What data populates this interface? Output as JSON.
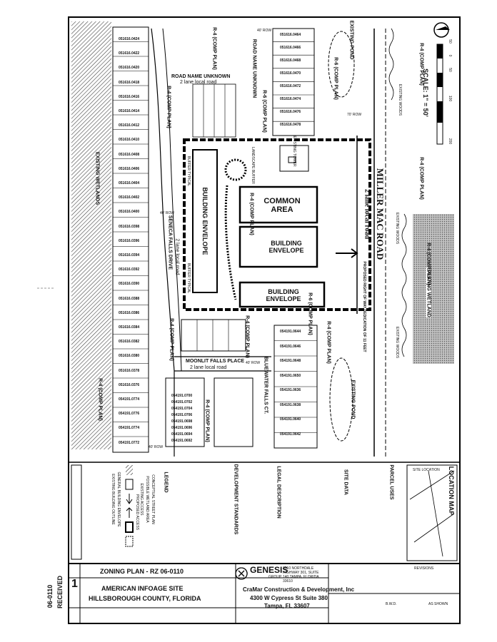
{
  "title_block": {
    "sheet_title": "ZONING PLAN - RZ 06-0110",
    "project_name": "AMERICAN INFOAGE SITE",
    "county": "HILLSBOROUGH COUNTY, FLORIDA",
    "sheet_number": "1",
    "engineer_name": "GENESIS",
    "engineer_sub": "GROUP",
    "engineer_address": "3910 NORTHDALE HIGHWAY 301, SUITE 140 TAMPA, FLORIDA 33610",
    "client_name": "CraMar Construction & Development, Inc",
    "client_address_1": "4300 W Cypress St  Suite 380",
    "client_address_2": "Tampa, FL 33607",
    "scale_value": "AS SHOWN",
    "drawn_by": "B.W.D.",
    "revisions_label": "REVISIONS",
    "stamp_text": "RECEIVED",
    "stamp_number": "06-0110"
  },
  "roads": {
    "miller_mac": "MILLER MAC ROAD",
    "miller_mac_sub": "2 lane local road",
    "seneca": "SENECA FALLS DRIVE",
    "seneca_sub": "2 lane local road",
    "moonlit": "MOONLIT FALLS PLACE",
    "moonlit_sub": "2 lane local road",
    "unknown": "ROAD NAME UNKNOWN",
    "unknown_sub": "2 lane local road",
    "unknown_v": "ROAD NAME UNKNOWN",
    "bluewater": "BLUEWATER FALLS CT.",
    "row_70": "70' ROW",
    "row_40": "40' ROW",
    "row_40b": "40' ROW",
    "row_40c": "40' ROW",
    "row_40d": "40' ROW"
  },
  "site": {
    "common_area": "COMMON AREA",
    "building_envelope": "BUILDING ENVELOPE",
    "building_envelope_2": "BUILDING ENVELOPE",
    "building_envelope_3": "BUILDING ENVELOPE",
    "buffer_1": "BUFFER TYPICAL",
    "buffer_2": "BUFFER TYPICAL",
    "landscape": "LANDSCAPE BUFFER",
    "existing_tower": "EXISTING TOWER",
    "zoning_site": "R-4 (COMP PLAN)",
    "row_dedication": "PROPOSED RIGHT OF WAY DEDICATION OF 11 FEET",
    "existing_pond_1": "EXISTING POND",
    "existing_pond_2": "EXISTING POND",
    "existing_woods_1": "EXISTING WOODS",
    "existing_woods_2": "EXISTING WOODS",
    "existing_woods_3": "EXISTING WOODS",
    "existing_wetlands": "EXISTING WETLANDS",
    "existing_wetland_2": "EXISTING WETLAND"
  },
  "zones": {
    "z1": "R-4 (COMP PLAN)",
    "z2": "R-4 (COMP PLAN)",
    "z3": "R-4 (COMP PLAN)",
    "z4": "R-6 (COMP PLAN)",
    "z5": "R-4 (COMP PLAN)",
    "z6": "R-6 (COMP PLAN)",
    "z7": "R-4 (COMP PLAN)",
    "z8": "R-4 (COMP PLAN)",
    "z9": "R-4 (COMP PLAN)",
    "z10": "R-4 (COMP PLAN)",
    "z11": "R-4 (COMP PLAN)",
    "z12": "R-4 (COMP PLAN)",
    "z13": "R-6 (COMP PLAN)"
  },
  "parcels_west": [
    "051616.0424",
    "051616.0422",
    "051616.0420",
    "051616.0418",
    "051616.0416",
    "051616.0414",
    "051616.0412",
    "051616.0410",
    "051616.0408",
    "051616.0406",
    "051616.0404",
    "051616.0402",
    "051616.0400",
    "051616.0398",
    "051616.0396",
    "051616.0394",
    "051616.0392",
    "051616.0390",
    "051616.0388",
    "051616.0386",
    "051616.0384",
    "051616.0382",
    "051616.0380",
    "051616.0378",
    "051616.0376",
    "054191.0774",
    "054191.0776",
    "054191.0774",
    "054191.0772"
  ],
  "parcels_north": [
    "051616.0464",
    "051616.0466",
    "051616.0468",
    "051616.0470",
    "051616.0472",
    "051616.0474",
    "051616.0476",
    "051616.0478"
  ],
  "parcels_south_e": [
    "054191.0644",
    "054191.0646",
    "054191.0648",
    "054191.0650",
    "054191.0636",
    "054191.0638",
    "054191.0640",
    "054191.0642"
  ],
  "parcels_south_w": [
    "054191.0700",
    "054191.0702",
    "054191.0704",
    "054191.0706",
    "054191.0698",
    "054191.0696",
    "054191.0694",
    "054191.0692"
  ],
  "notes": {
    "location_map": "LOCATION MAP",
    "site_location": "SITE LOCATION",
    "parcel_uses": "PARCEL USES",
    "site_data": "SITE DATA",
    "legal_description": "LEGAL DESCRIPTION",
    "development_standards": "DEVELOPMENT STANDARDS",
    "legend": "LEGEND",
    "legend_1": "CONCEPTUAL STREET PLAN",
    "legend_2": "POSSIBLE WETLAND AREA",
    "legend_3": "EXISTING ACCESS",
    "legend_4": "PROPOSED ACCESS",
    "legend_5": "GENERAL BUILDING ENVELOPE",
    "legend_6": "EXISTING BUILDING OUTLINE",
    "scale_label": "SCALE: 1\" = 50'",
    "scale_marks": [
      "50",
      "0",
      "50",
      "100",
      "200"
    ]
  }
}
